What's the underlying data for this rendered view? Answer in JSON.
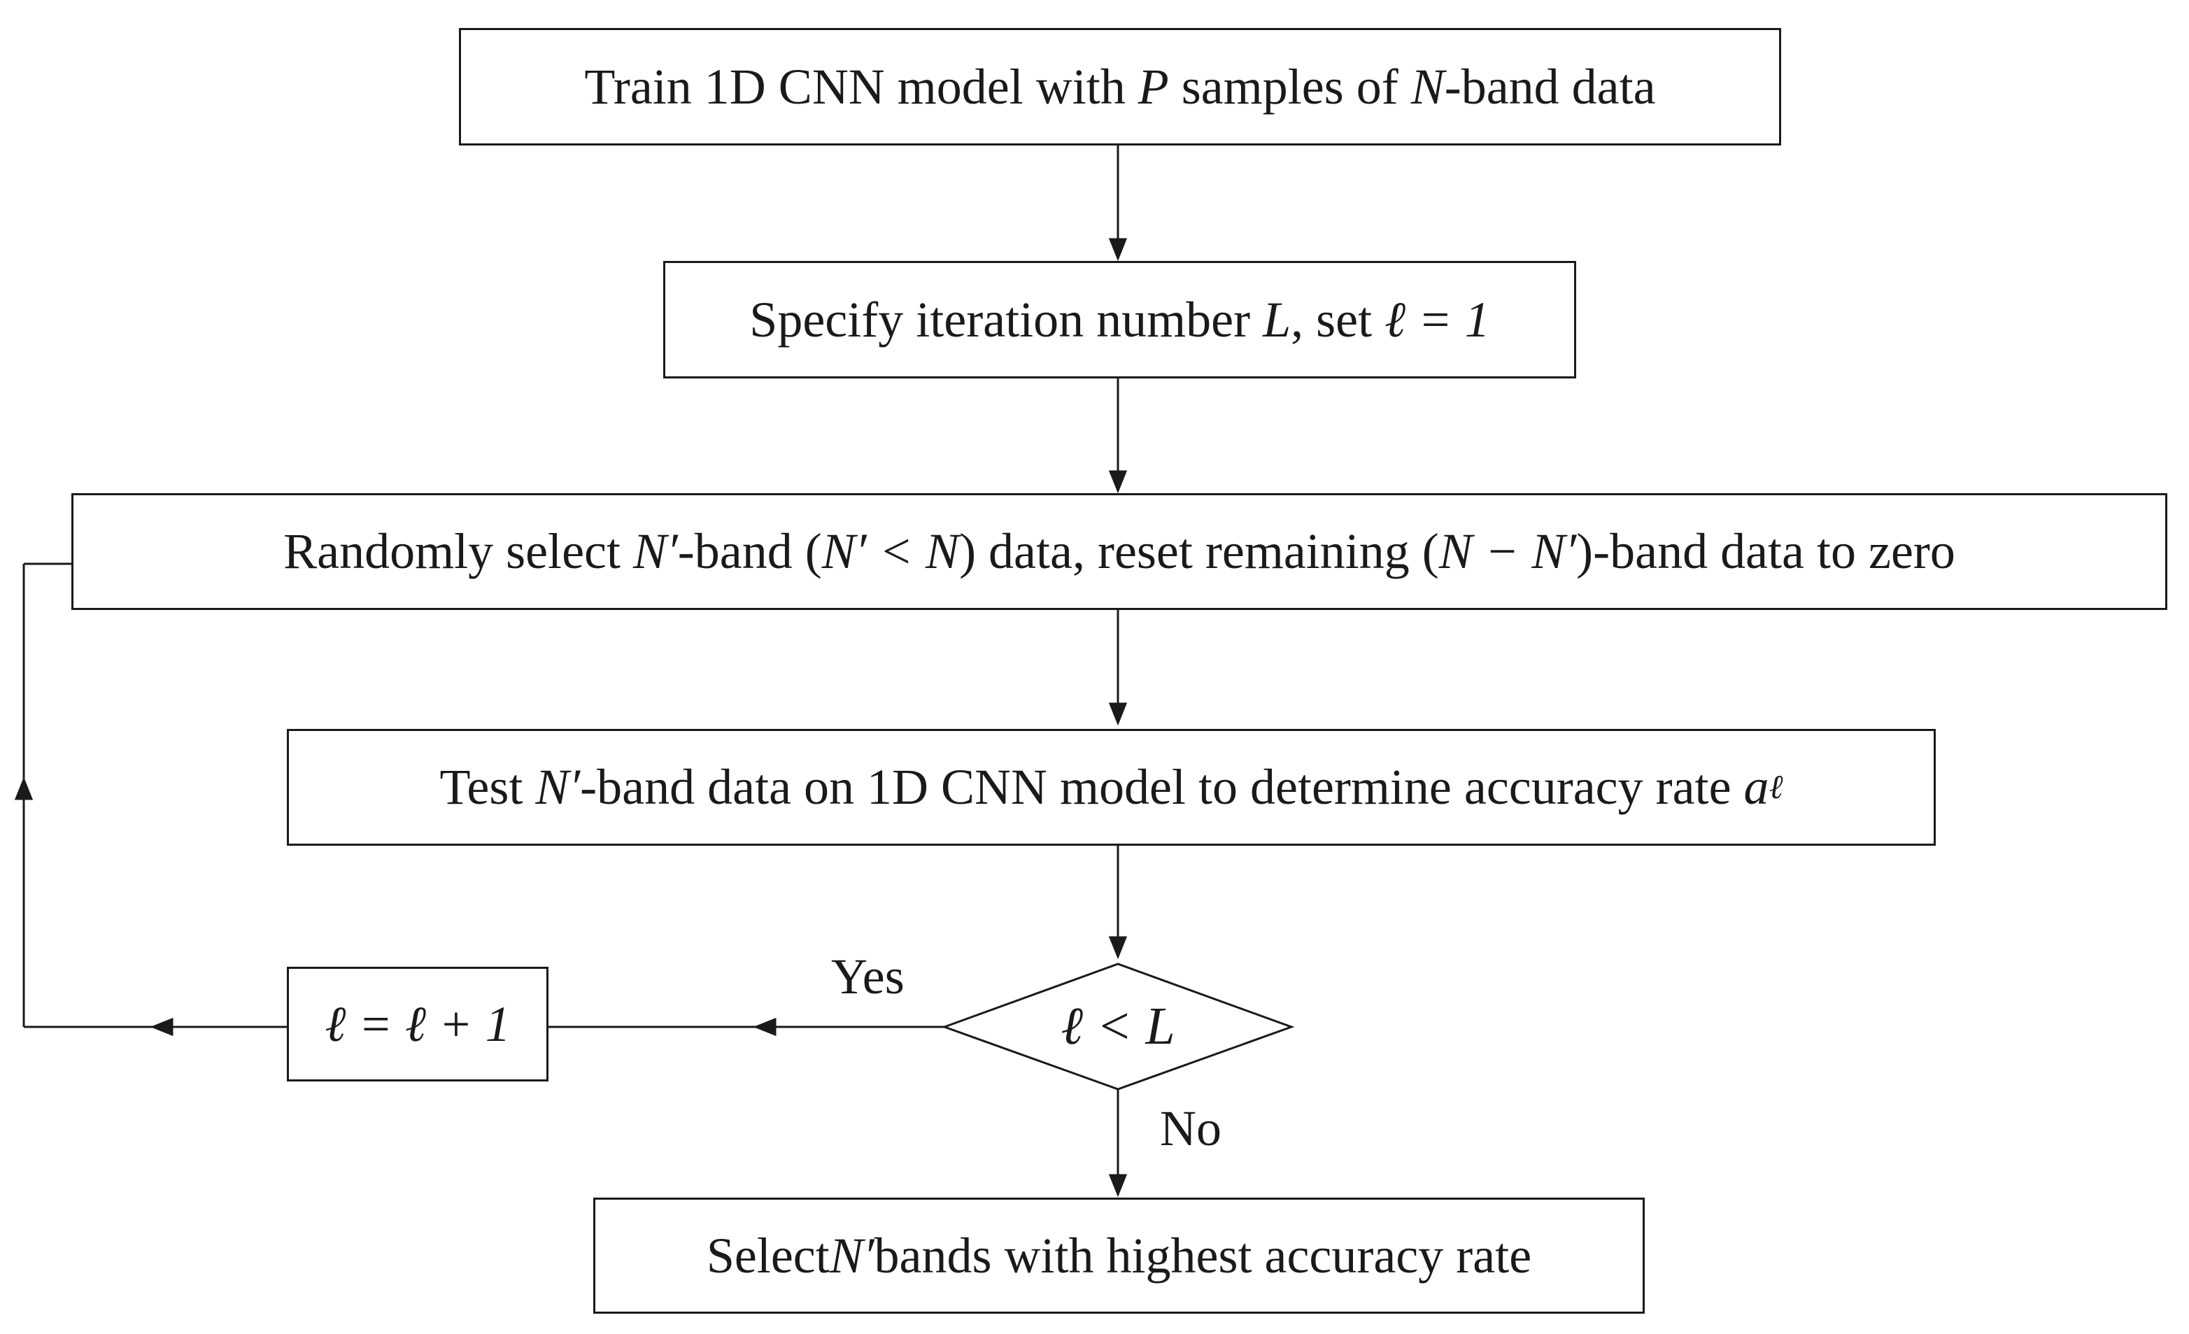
{
  "nodes": {
    "train": {
      "pre": "Train 1D CNN model with ",
      "v1": "P",
      "mid": " samples of ",
      "v2": "N",
      "post": "-band data"
    },
    "specify": {
      "pre": "Specify iteration number ",
      "v1": "L",
      "mid": ", set ",
      "expr": "ℓ = 1"
    },
    "random": {
      "pre": "Randomly select ",
      "v1": "N′",
      "mid1": "-band (",
      "expr1": "N′ < N",
      "mid2": ") data, reset remaining (",
      "expr2": "N − N′",
      "post": ")-band data to zero"
    },
    "test": {
      "pre": "Test ",
      "v1": "N′",
      "mid": "-band data on 1D CNN model to determine accuracy rate ",
      "v2": "a",
      "sub": "ℓ"
    },
    "decision": {
      "expr": "ℓ < L"
    },
    "increment": {
      "expr": "ℓ = ℓ + 1"
    },
    "select": {
      "pre": "Select ",
      "v1": "N′",
      "post": " bands with highest accuracy rate"
    }
  },
  "edge_labels": {
    "yes": "Yes",
    "no": "No"
  },
  "colors": {
    "stroke": "#1a1a1a",
    "background": "#ffffff"
  }
}
